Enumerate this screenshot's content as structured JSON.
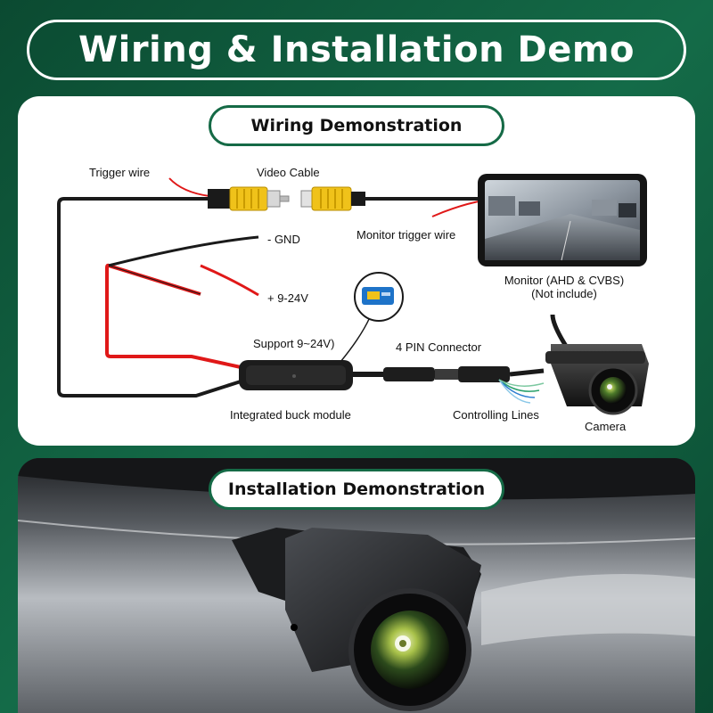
{
  "header": {
    "title": "Wiring & Installation Demo"
  },
  "wiring": {
    "heading": "Wiring Demonstration",
    "labels": {
      "trigger_wire": "Trigger wire",
      "video_cable": "Video Cable",
      "gnd": "- GND",
      "power": "+ 9-24V",
      "monitor_trigger_wire": "Monitor trigger wire",
      "monitor_line1": "Monitor (AHD & CVBS)",
      "monitor_line2": "(Not include)",
      "support": "Support 9~24V)",
      "pin_connector": "4 PIN Connector",
      "buck_module": "Integrated buck module",
      "controlling_lines": "Controlling Lines",
      "camera": "Camera"
    }
  },
  "installation": {
    "heading": "Installation Demonstration"
  },
  "colors": {
    "brand_green": "#156a46",
    "rca_yellow": "#f0c21a",
    "wire_red": "#e01818",
    "cable_black": "#1a1a1a"
  }
}
